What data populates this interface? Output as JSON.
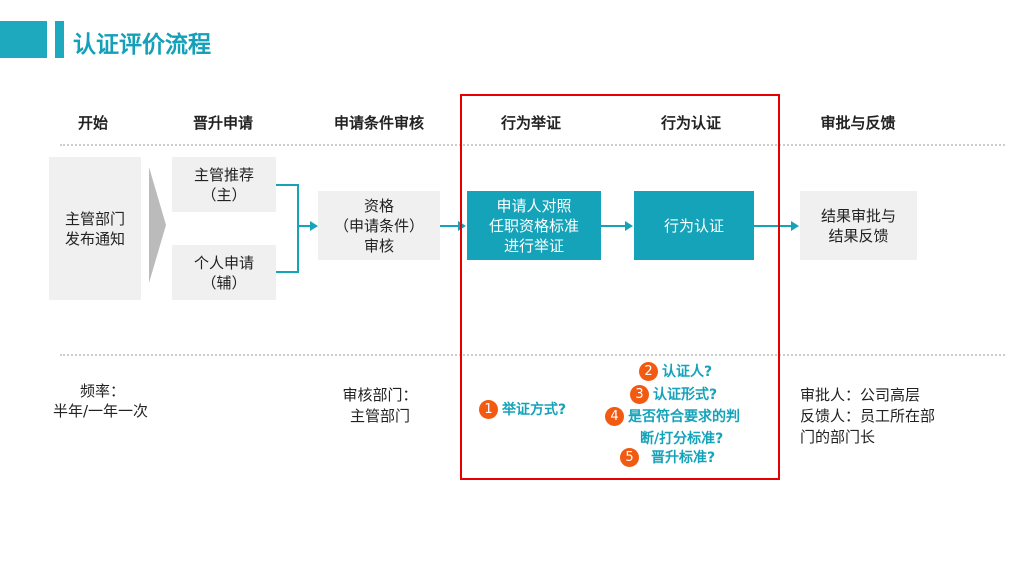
{
  "title": "认证评价流程",
  "headers": [
    "开始",
    "晋升申请",
    "申请条件审核",
    "行为举证",
    "行为认证",
    "审批与反馈"
  ],
  "boxes": {
    "start": "主管部门\n发布通知",
    "recommend": "主管推荐\n（主）",
    "personal": "个人申请\n（辅）",
    "qualify": "资格\n（申请条件）\n审核",
    "evidence": "申请人对照\n任职资格标准\n进行举证",
    "certify": "行为认证",
    "result": "结果审批与\n结果反馈"
  },
  "bottom": {
    "freq_label": "频率：",
    "freq_value": "半年/一年一次",
    "review": "审核部门：\n主管部门",
    "approve": "审批人：公司高层\n反馈人：员工所在部\n门的部门长"
  },
  "questions": [
    {
      "n": "1",
      "text": "举证方式?"
    },
    {
      "n": "2",
      "text": "认证人?"
    },
    {
      "n": "3",
      "text": "认证形式?"
    },
    {
      "n": "4",
      "text": "是否符合要求的判"
    },
    {
      "n": "",
      "text": "断/打分标准?"
    },
    {
      "n": "5",
      "text": "晋升标准?"
    }
  ],
  "colors": {
    "accent": "#15a3ba",
    "highlight": "#e60000",
    "badge": "#f15a10"
  }
}
